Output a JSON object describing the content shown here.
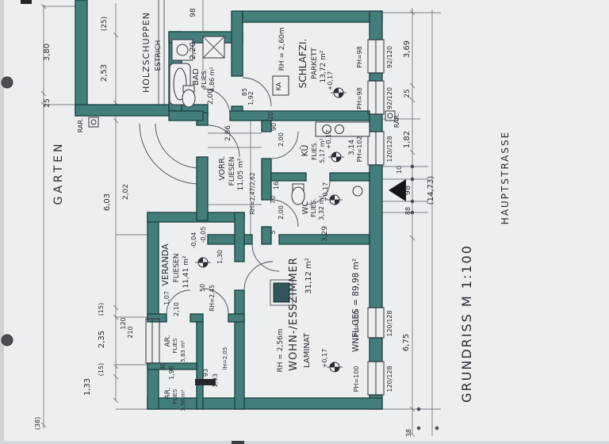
{
  "page": {
    "garden_label": "GARTEN",
    "street_label": "HAUPTSTRASSE",
    "title": "GRUNDRISS  M 1:100"
  },
  "summary": {
    "total": "WNFL.GES = 89,98 m²"
  },
  "chimney": {
    "label": "RAR."
  },
  "rooms": {
    "shed": {
      "name": "HOLZSCHUPPEN",
      "floor": "ESTRICH"
    },
    "bad": {
      "name": "BAD",
      "floor": "FLIES.",
      "area": "4,86 m²"
    },
    "schlaf": {
      "name": "SCHLAFZI.",
      "floor": "PARKETT",
      "area": "13,72 m²",
      "rh": "RH = 2,60m",
      "level": "+0,17",
      "stove": "KA"
    },
    "vorr": {
      "name": "VORR.",
      "floor": "FLIESEN",
      "area": "11,05 m²",
      "rh": "RH=2,47/2,62"
    },
    "kue": {
      "name": "KÜ",
      "floor": "FLIES.",
      "area": "5,17 m²",
      "level": "+0,17"
    },
    "wc": {
      "name": "WC",
      "floor": "FLIES.",
      "area": "3,32 m²",
      "level": "+0,17"
    },
    "wohn": {
      "name": "WOHN-/ESSZIMMER",
      "floor": "LAMINAT",
      "area": "31,12 m²",
      "rh": "RH = 2,56m",
      "level": "+0,17"
    },
    "veranda": {
      "name": "VERANDA",
      "floor": "FLIESEN",
      "area": "11,41 m²",
      "rh": "RH=2,45",
      "levels": [
        "-0,04",
        "-0,05"
      ]
    },
    "ar1": {
      "name": "AR.",
      "floor": "FLIES",
      "area": "5,83 m²"
    },
    "ar2": {
      "name": "AR.",
      "floor": "FLIES",
      "area": "3,50 m²"
    }
  },
  "windows": {
    "w1": {
      "size": "92/120",
      "ph": "PH=98"
    },
    "w2": {
      "size": "92/120",
      "ph": "PH=98"
    },
    "w3": {
      "size": "120/128",
      "ph": "PH=102"
    },
    "w4": {
      "size": "120/128",
      "ph": "PH=100"
    },
    "w5": {
      "size": "120/128",
      "ph": "PH=100"
    },
    "w6": {
      "label_a": "120",
      "label_b": "210"
    }
  },
  "dims": {
    "left": [
      "3,80",
      "25",
      "(25)",
      "2,53",
      "6,03",
      "(15)",
      "2,35",
      "(15)",
      "1,33",
      "(38)"
    ],
    "right": [
      "3,69",
      "25",
      "1,82",
      "10",
      "98",
      "88",
      "(14,73)",
      "6,75",
      "38"
    ],
    "top": [
      "98",
      "2,20"
    ],
    "interior": [
      "2,00",
      "85",
      "1,92",
      "2,86",
      "90",
      "2,00",
      "16",
      "70",
      "2,00",
      "3,14",
      "3,29",
      "5",
      "20",
      "2,02",
      "93",
      "1,93",
      "80",
      "1,90",
      "50",
      "1,30",
      "1,07",
      "2,10",
      "lH=2,05"
    ]
  },
  "colors": {
    "wall_teal": "#447e7b",
    "ink": "#2b2b35",
    "paper": "#eceef0",
    "pencil": "#4c4c58"
  }
}
